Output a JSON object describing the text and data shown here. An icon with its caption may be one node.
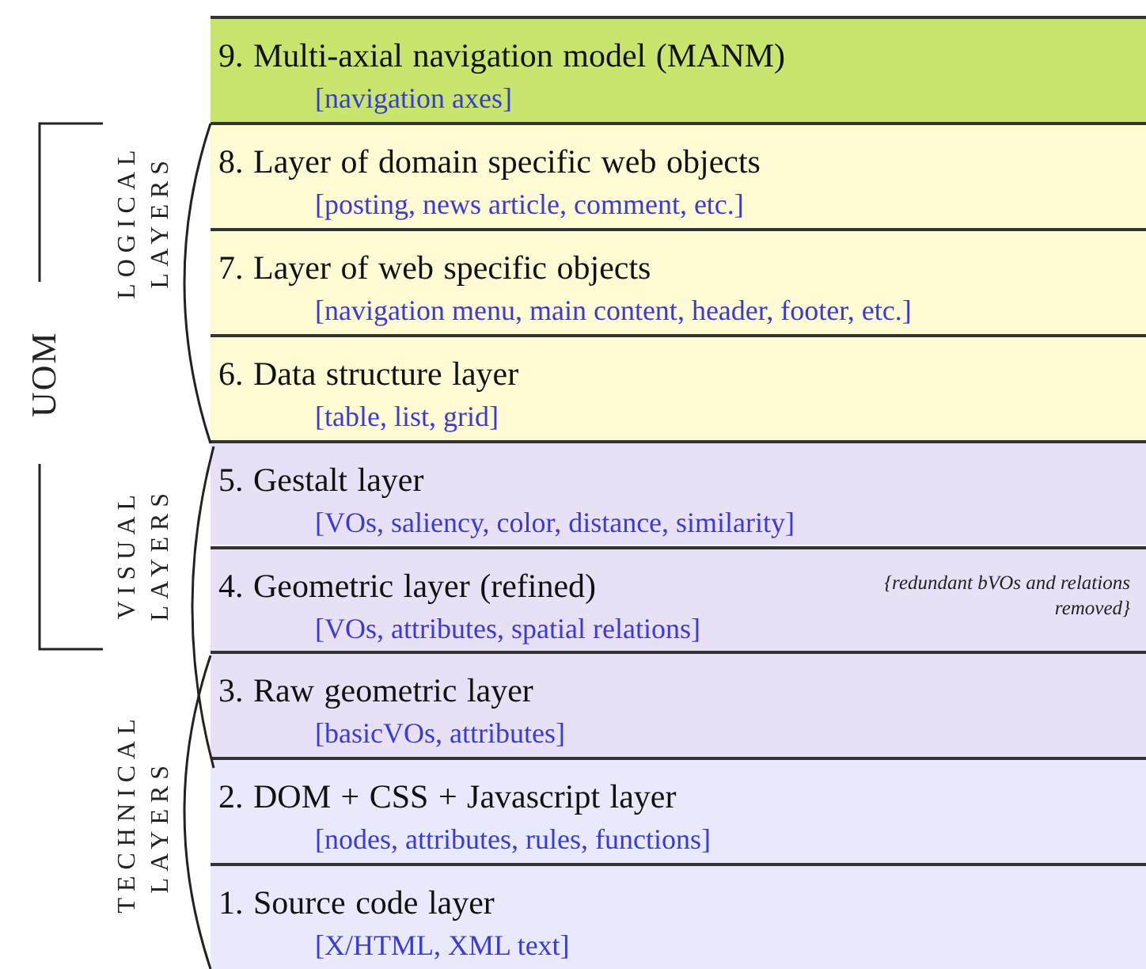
{
  "diagram": {
    "nodes": [
      {
        "text": [
          "9. Multi-axial navigation model (MANM)",
          "[navigation axes]"
        ]
      },
      {
        "text": [
          "8. Layer of domain specific web objects",
          "[posting, news article, comment, etc.]"
        ]
      },
      {
        "text": [
          "7. Layer of web specific objects",
          "[navigation menu, main content, header, footer, etc.]"
        ]
      },
      {
        "text": [
          "6. Data structure layer",
          "[table, list, grid]"
        ]
      },
      {
        "text": [
          "5. Gestalt layer",
          "[VOs, saliency, color, distance, similarity]"
        ]
      },
      {
        "text": [
          "4. Geometric layer (refined)",
          "[VOs, attributes, spatial relations]",
          "{redundant bVOs and relations removed}"
        ]
      },
      {
        "text": [
          "3. Raw geometric layer",
          "[basicVOs, attributes]"
        ]
      },
      {
        "text": [
          "2. DOM + CSS + Javascript layer",
          "[nodes, attributes, rules, functions]"
        ]
      },
      {
        "text": [
          "1. Source code layer",
          "[X/HTML, XML text]"
        ]
      }
    ],
    "labels": [
      "UOM",
      "LOGICAL LAYERS",
      "VISUAL LAYERS",
      "TECHNICAL LAYERS"
    ]
  }
}
